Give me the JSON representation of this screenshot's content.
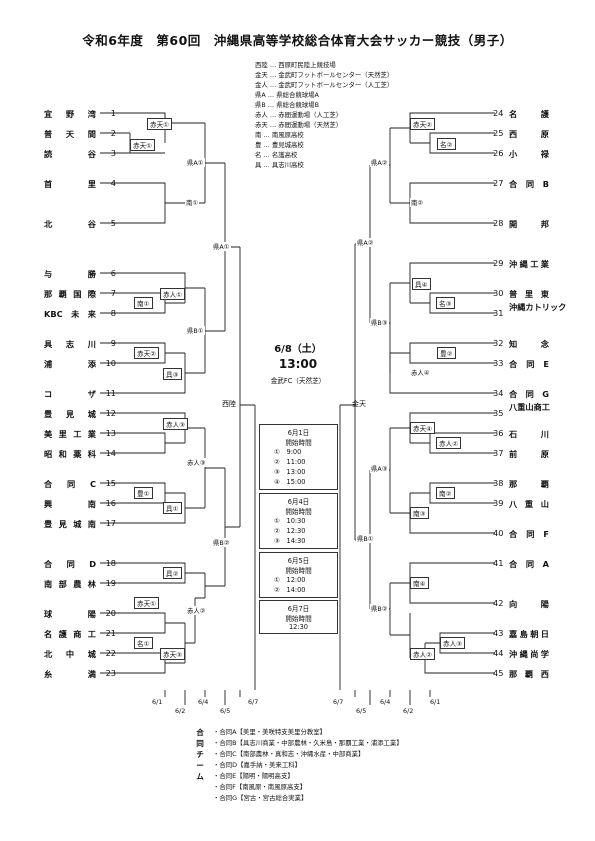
{
  "title": "令和6年度　第60回　沖縄県高等学校総合体育大会サッカー競技（男子）",
  "venue_legend": [
    "西陸 … 西原町民陸上競技場",
    "金天 … 金武町フットボールセンター（天然芝）",
    "金人 … 金武町フットボールセンター（人工芝）",
    "県A … 県総合競球場A",
    "県B … 県総合競球場B",
    "赤人 … 赤間運動場（人工芝）",
    "赤天 … 赤間運動場（天然芝）",
    "南 … 南風原高校",
    "豊 … 豊見城高校",
    "名 … 名護高校",
    "具 … 具志川高校"
  ],
  "left_teams": [
    {
      "no": "1",
      "name": "宜野湾"
    },
    {
      "no": "2",
      "name": "普天間"
    },
    {
      "no": "3",
      "name": "読谷"
    },
    {
      "no": "4",
      "name": "首里"
    },
    {
      "no": "5",
      "name": "北谷"
    },
    {
      "no": "6",
      "name": "与勝"
    },
    {
      "no": "7",
      "name": "那覇国際"
    },
    {
      "no": "8",
      "name": "KBC未来"
    },
    {
      "no": "9",
      "name": "具志川"
    },
    {
      "no": "10",
      "name": "浦添"
    },
    {
      "no": "11",
      "name": "コザ"
    },
    {
      "no": "12",
      "name": "豊見城"
    },
    {
      "no": "13",
      "name": "美里工業"
    },
    {
      "no": "14",
      "name": "昭和薬科"
    },
    {
      "no": "15",
      "name": "合同C"
    },
    {
      "no": "16",
      "name": "興南"
    },
    {
      "no": "17",
      "name": "豊見城南"
    },
    {
      "no": "18",
      "name": "合同D"
    },
    {
      "no": "19",
      "name": "南部農林"
    },
    {
      "no": "20",
      "name": "球陽"
    },
    {
      "no": "21",
      "name": "名護商工"
    },
    {
      "no": "22",
      "name": "北中城"
    },
    {
      "no": "23",
      "name": "糸満"
    }
  ],
  "right_teams": [
    {
      "no": "24",
      "name": "名護"
    },
    {
      "no": "25",
      "name": "西原"
    },
    {
      "no": "26",
      "name": "小禄"
    },
    {
      "no": "27",
      "name": "合同B"
    },
    {
      "no": "28",
      "name": "開邦"
    },
    {
      "no": "29",
      "name": "沖縄工業"
    },
    {
      "no": "30",
      "name": "普里東"
    },
    {
      "no": "31",
      "name": "沖縄カトリック"
    },
    {
      "no": "32",
      "name": "知念"
    },
    {
      "no": "33",
      "name": "合同E"
    },
    {
      "no": "34",
      "name": "合同G"
    },
    {
      "no": "35",
      "name": "八重山商工"
    },
    {
      "no": "36",
      "name": "石川"
    },
    {
      "no": "37",
      "name": "前原"
    },
    {
      "no": "38",
      "name": "那覇"
    },
    {
      "no": "39",
      "name": "八重山"
    },
    {
      "no": "40",
      "name": "合同F"
    },
    {
      "no": "41",
      "name": "合同A"
    },
    {
      "no": "42",
      "name": "向陽"
    },
    {
      "no": "43",
      "name": "嘉島朝日"
    },
    {
      "no": "44",
      "name": "沖縄尚学"
    },
    {
      "no": "45",
      "name": "那覇西"
    }
  ],
  "match_venues": {
    "l_r1_a": "赤天①",
    "l_r1_b": "赤天①",
    "l_r2_a": "県A①",
    "l_r2_b": "南①",
    "l_r3_a": "県A①",
    "l_r1_c": "赤人①",
    "l_r1_d": "南①",
    "l_r1_e": "赤天②",
    "l_r2_c": "県B①",
    "l_r2_d": "具③",
    "l_r1_f": "赤人③",
    "l_r2_e": "赤人③",
    "l_r1_g": "豊①",
    "l_r2_f": "具①",
    "l_r3_b": "県B②",
    "l_r2_g": "具②",
    "l_r1_h": "赤天①",
    "l_r2_h": "赤人②",
    "l_r1_i": "名①",
    "l_r1_j": "赤天③",
    "r_r1_a": "赤天②",
    "r_r1_b": "名②",
    "r_r2_a": "県A②",
    "r_r2_b": "南②",
    "r_r3_a": "県A②",
    "r_r2_c": "具④",
    "r_r1_c": "名③",
    "r_r2_d": "県B③",
    "r_r1_d": "豊②",
    "r_r2_e": "赤人④",
    "r_r1_e": "赤天④",
    "r_r1_f": "赤人②",
    "r_r2_f": "県A③",
    "r_r1_g": "南②",
    "r_r2_g": "南③",
    "r_r3_b": "県B①",
    "r_r1_h": "南④",
    "r_r2_h": "県B②",
    "r_r1_i": "赤人③",
    "r_r2_i": "赤人②"
  },
  "final": {
    "date": "6/8（土）",
    "time": "13:00",
    "venue": "金武FC（天然芝）"
  },
  "semi_left_venue": "西陸",
  "semi_right_venue": "金天",
  "schedules": [
    {
      "date": "6月1日",
      "label": "開始時間",
      "rows": [
        "①　9:00",
        "②　11:00",
        "③　13:00",
        "④　15:00"
      ]
    },
    {
      "date": "6月4日",
      "label": "開始時間",
      "rows": [
        "①　10:30",
        "②　12:30",
        "③　14:30"
      ]
    },
    {
      "date": "6月5日",
      "label": "開始時間",
      "rows": [
        "①　12:00",
        "②　14:00"
      ]
    },
    {
      "date": "6月7日",
      "label": "開始時間",
      "rows": [
        "12:30"
      ]
    }
  ],
  "round_dates": {
    "left": [
      "6/1",
      "6/2",
      "6/4",
      "6/5",
      "6/7"
    ],
    "right": [
      "6/7",
      "6/5",
      "6/4",
      "6/2",
      "6/1"
    ]
  },
  "combined_label": "合同チーム",
  "combined_chars": [
    "合",
    "同",
    "チ",
    "ー",
    "ム"
  ],
  "combined_teams": [
    "・合同A【美里・美咲特支美里分教室】",
    "・合同B【具志川商業・中部農林・久米島・那覇工業・浦添工業】",
    "・合同C【南部農林・真和志・沖縄水産・中部商業】",
    "・合同D【嘉手納・美来工科】",
    "・合同E【陽明・陽明高支】",
    "・合同F【南風原・南風原高支】",
    "・合同G【宮古・宮古総合実業】"
  ]
}
